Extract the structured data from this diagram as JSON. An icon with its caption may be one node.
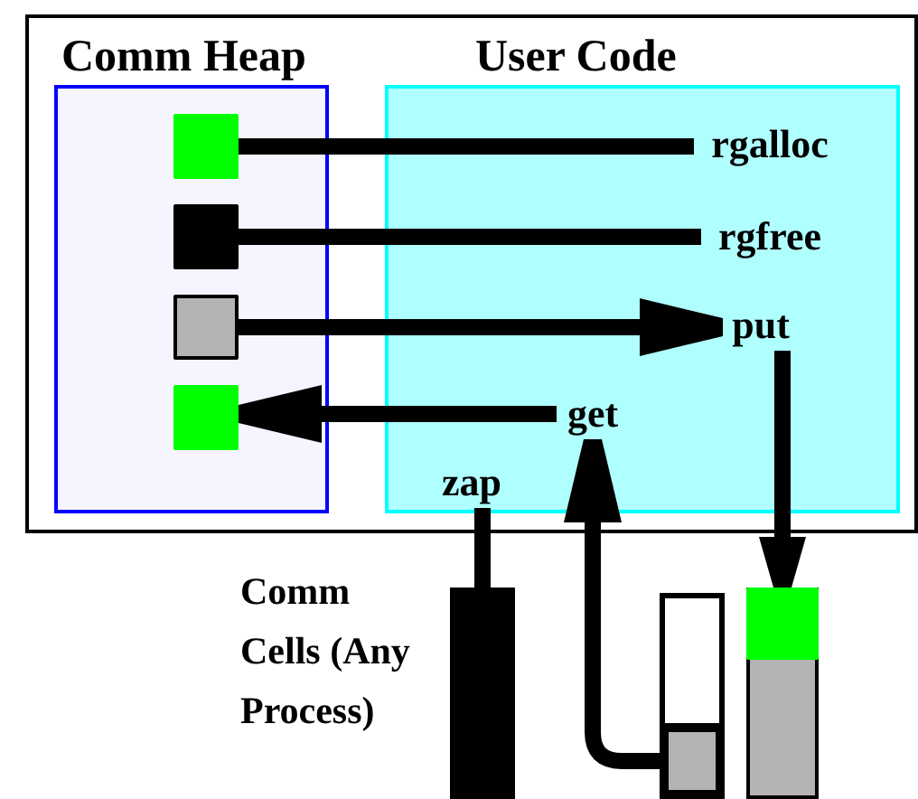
{
  "diagram": {
    "nodes": [
      {
        "text": [
          "Comm Heap"
        ]
      },
      {
        "text": [
          "User Code"
        ]
      },
      {
        "text": [],
        "shape": "box",
        "in": 0
      },
      {
        "text": [],
        "shape": "box",
        "in": 0
      },
      {
        "text": [],
        "shape": "box",
        "in": 0
      },
      {
        "text": [],
        "shape": "box",
        "in": 0
      },
      {
        "text": [
          "rgalloc"
        ],
        "in": 1
      },
      {
        "text": [
          "rgfree"
        ],
        "in": 1
      },
      {
        "text": [
          "put"
        ],
        "in": 1
      },
      {
        "text": [
          "get"
        ],
        "in": 1
      },
      {
        "text": [
          "zap"
        ],
        "in": 1
      },
      {
        "text": [],
        "shape": "bar"
      },
      {
        "text": [],
        "shape": "bar"
      },
      {
        "text": [],
        "shape": "box",
        "in": 12
      },
      {
        "text": [],
        "shape": "bar"
      },
      {
        "text": [],
        "shape": "box",
        "in": 14
      }
    ],
    "edges": [
      {
        "from": 2,
        "to": 6,
        "arrow": "none"
      },
      {
        "from": 3,
        "to": 7,
        "arrow": "none"
      },
      {
        "from": 4,
        "to": 8,
        "arrow": "to"
      },
      {
        "from": 9,
        "to": 5,
        "arrow": "to"
      },
      {
        "from": 8,
        "to": 15,
        "arrow": "to"
      },
      {
        "from": 13,
        "to": 9,
        "arrow": "to"
      },
      {
        "from": 11,
        "to": 10,
        "arrow": "none"
      }
    ],
    "labels": [
      "Comm Cells (Any Process)"
    ]
  }
}
